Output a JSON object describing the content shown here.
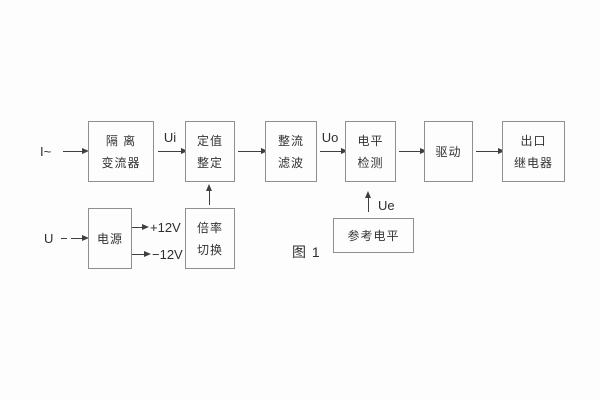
{
  "diagram": {
    "caption": "图 1",
    "blocks": {
      "isolation": {
        "line1": "隔 离",
        "line2": "变流器"
      },
      "setpoint": {
        "line1": "定值",
        "line2": "整定"
      },
      "rectifier": {
        "line1": "整流",
        "line2": "滤波"
      },
      "level": {
        "line1": "电平",
        "line2": "检测"
      },
      "driver": {
        "label": "驱动"
      },
      "relay": {
        "line1": "出口",
        "line2": "继电器"
      },
      "power": {
        "label": "电源"
      },
      "ratio": {
        "line1": "倍率",
        "line2": "切换"
      },
      "reference": {
        "label": "参考电平"
      }
    },
    "signals": {
      "input_current": "I~",
      "input_voltage": "U",
      "ui": "Ui",
      "uo": "Uo",
      "ue": "Ue",
      "plus_12v": "+12V",
      "minus_12v": "−12V"
    },
    "colors": {
      "line": "#3f3f3f",
      "box_border": "#8f8f8f",
      "text": "#333333",
      "background": "#fdfdfd"
    }
  }
}
